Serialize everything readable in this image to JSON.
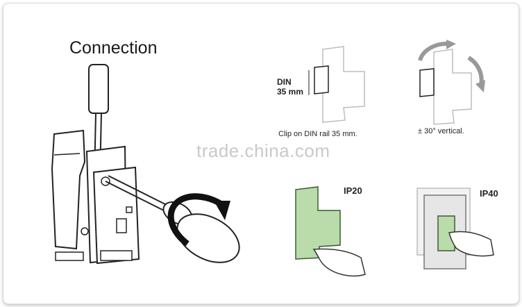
{
  "title": "Connection",
  "din": {
    "label_line1": "DIN",
    "label_line2": "35 mm",
    "caption": "Clip on DIN rail 35 mm."
  },
  "mounting": {
    "caption": "± 30°  vertical."
  },
  "protection": {
    "ip20": "IP20",
    "ip40": "IP40"
  },
  "watermark": "trade.china.com",
  "colors": {
    "green_fill": "#b9dcaa",
    "green_stroke": "#3d5a33",
    "line": "#222222",
    "light_outline": "#bdbdbd",
    "panel": "#e6e6e6"
  }
}
